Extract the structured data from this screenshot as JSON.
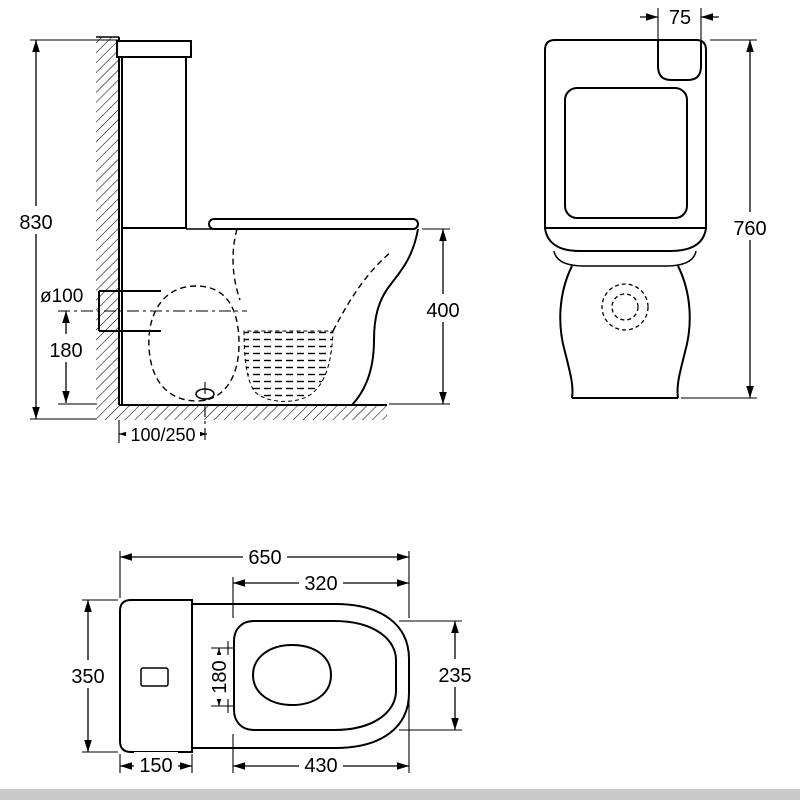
{
  "page": {
    "background": "#ffffff",
    "line_color": "#000000",
    "footer_bar_color": "#c8c8c8"
  },
  "dims": {
    "overall_height": "830",
    "bowl_height": "400",
    "outlet_diameter": "ø100",
    "outlet_center_height": "180",
    "outlet_setout": "100/250",
    "lid_button_width": "75",
    "front_height": "760",
    "overall_length": "650",
    "seat_length": "320",
    "overall_width": "350",
    "seat_width": "235",
    "fixing_centres": "180",
    "cistern_depth": "150",
    "pan_length": "430"
  }
}
